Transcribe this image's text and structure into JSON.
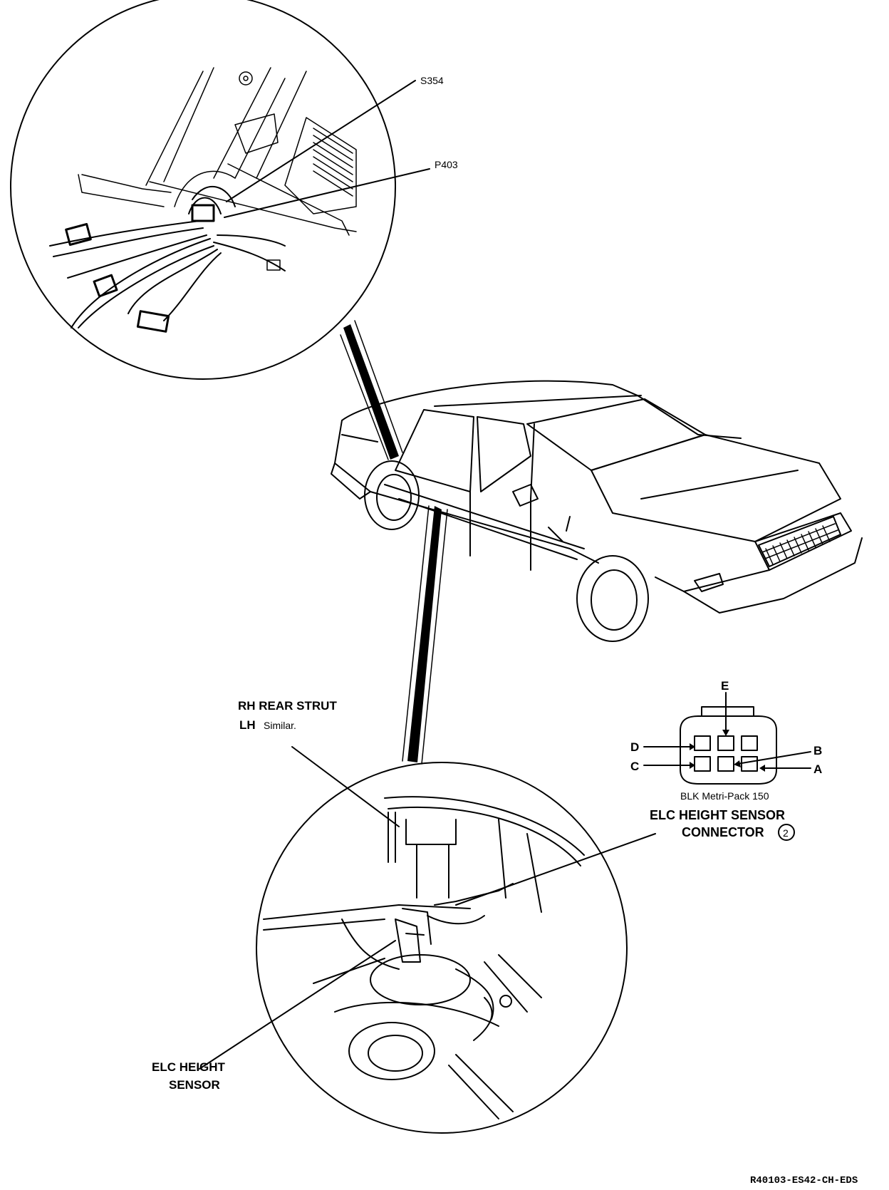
{
  "labels": {
    "splice": "S354",
    "connector_p": "P403",
    "strut_title": "RH REAR STRUT",
    "strut_note_a": "LH",
    "strut_note_b": "Similar.",
    "connector_title_1": "ELC HEIGHT SENSOR",
    "connector_title_2": "CONNECTOR",
    "connector_ref": "2",
    "connector_type": "BLK Metri-Pack 150",
    "sensor_1": "ELC HEIGHT",
    "sensor_2": "SENSOR",
    "figure_code": "R40103-ES42-CH-EDS"
  },
  "pins": [
    "A",
    "B",
    "C",
    "D",
    "E"
  ]
}
